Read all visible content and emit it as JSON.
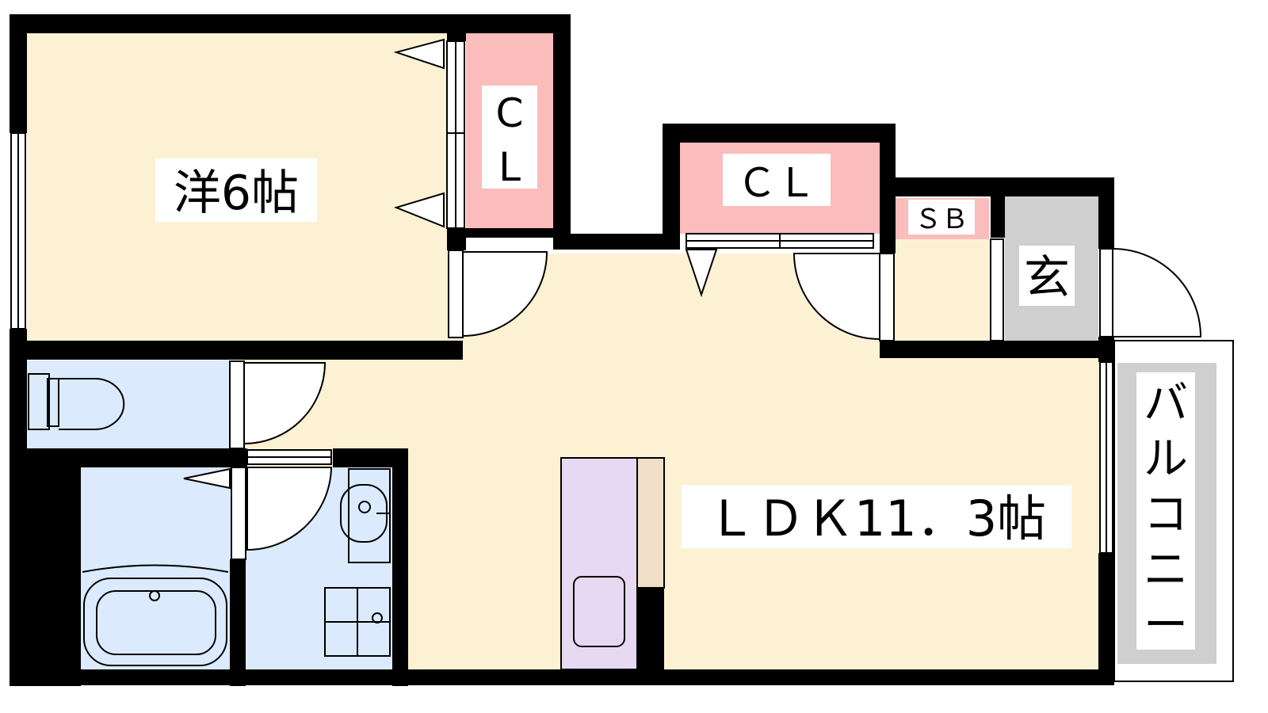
{
  "rooms": {
    "western_room": {
      "label": "洋6帖"
    },
    "closet_left": {
      "label_line1": "C",
      "label_line2": "L"
    },
    "closet_top": {
      "label": "ＣＬ"
    },
    "shoe_box": {
      "label": "ＳＢ"
    },
    "entrance": {
      "label": "玄"
    },
    "ldk": {
      "label": "ＬＤＫ11．3帖"
    },
    "balcony": {
      "label_chars": [
        "バ",
        "ル",
        "コ",
        "ニ",
        "ー"
      ]
    }
  },
  "colors": {
    "floor": "#fdf1d4",
    "closet": "#fbbcbc",
    "wet_area": "#dbeafc",
    "entrance": "#cfcfcf",
    "balcony": "#cfcfcf",
    "kitchen": "#e7d9f1",
    "kitchen_side": "#efdfc6",
    "wall": "#000000"
  }
}
